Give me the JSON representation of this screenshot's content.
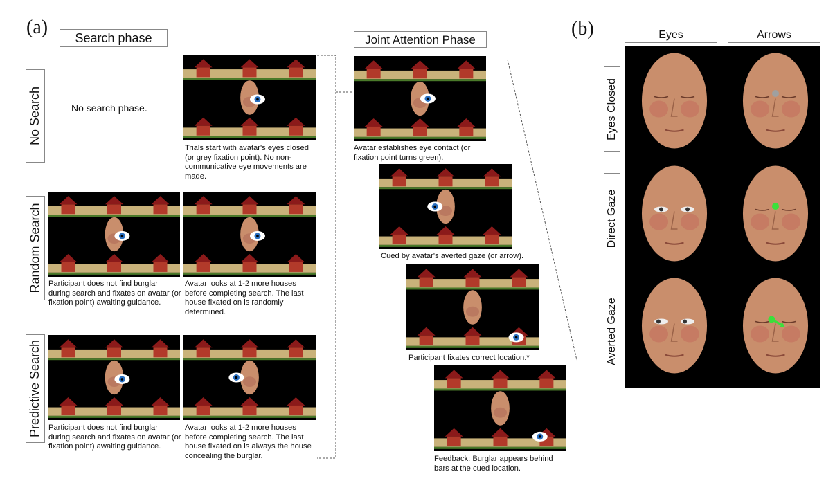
{
  "panels": {
    "a_label": "(a)",
    "b_label": "(b)"
  },
  "panel_a": {
    "search_phase_title": "Search phase",
    "joint_phase_title": "Joint Attention Phase",
    "rows": {
      "no_search": "No Search",
      "random_search": "Random Search",
      "predictive_search": "Predictive Search"
    },
    "no_search_text": "No search phase.",
    "captions": {
      "no_search": "Trials start with avatar's eyes closed (or grey fixation point). No non-communicative eye movements are made.",
      "random_left": "Participant does not find burglar during search and fixates on avatar (or fixation point) awaiting guidance.",
      "random_right": "Avatar looks at 1-2 more houses before completing search. The last house fixated on is randomly determined.",
      "predictive_left": "Participant does not find burglar during search and fixates on avatar (or fixation point) awaiting guidance.",
      "predictive_right": "Avatar looks at 1-2 more houses before completing search. The last house fixated on is always the house concealing the burglar.",
      "joint_1": "Avatar establishes eye contact (or fixation point turns green).",
      "joint_2": "Cued by avatar's averted gaze (or arrow).",
      "joint_3": "Participant fixates correct location.*",
      "joint_4": "Feedback: Burglar appears behind bars at the cued location."
    }
  },
  "panel_b": {
    "columns": [
      "Eyes",
      "Arrows"
    ],
    "rows": [
      "Eyes Closed",
      "Direct Gaze",
      "Averted Gaze"
    ]
  },
  "colors": {
    "house_roof": "#8b1a1a",
    "house_wall": "#b23a2a",
    "grass": "#4a7a2a",
    "fence": "#c9b27a",
    "eye_blue": "#2a6fc0",
    "skin": "#c98e6c",
    "fixation_grey": "#a0a0a0",
    "fixation_green": "#3be03b"
  }
}
